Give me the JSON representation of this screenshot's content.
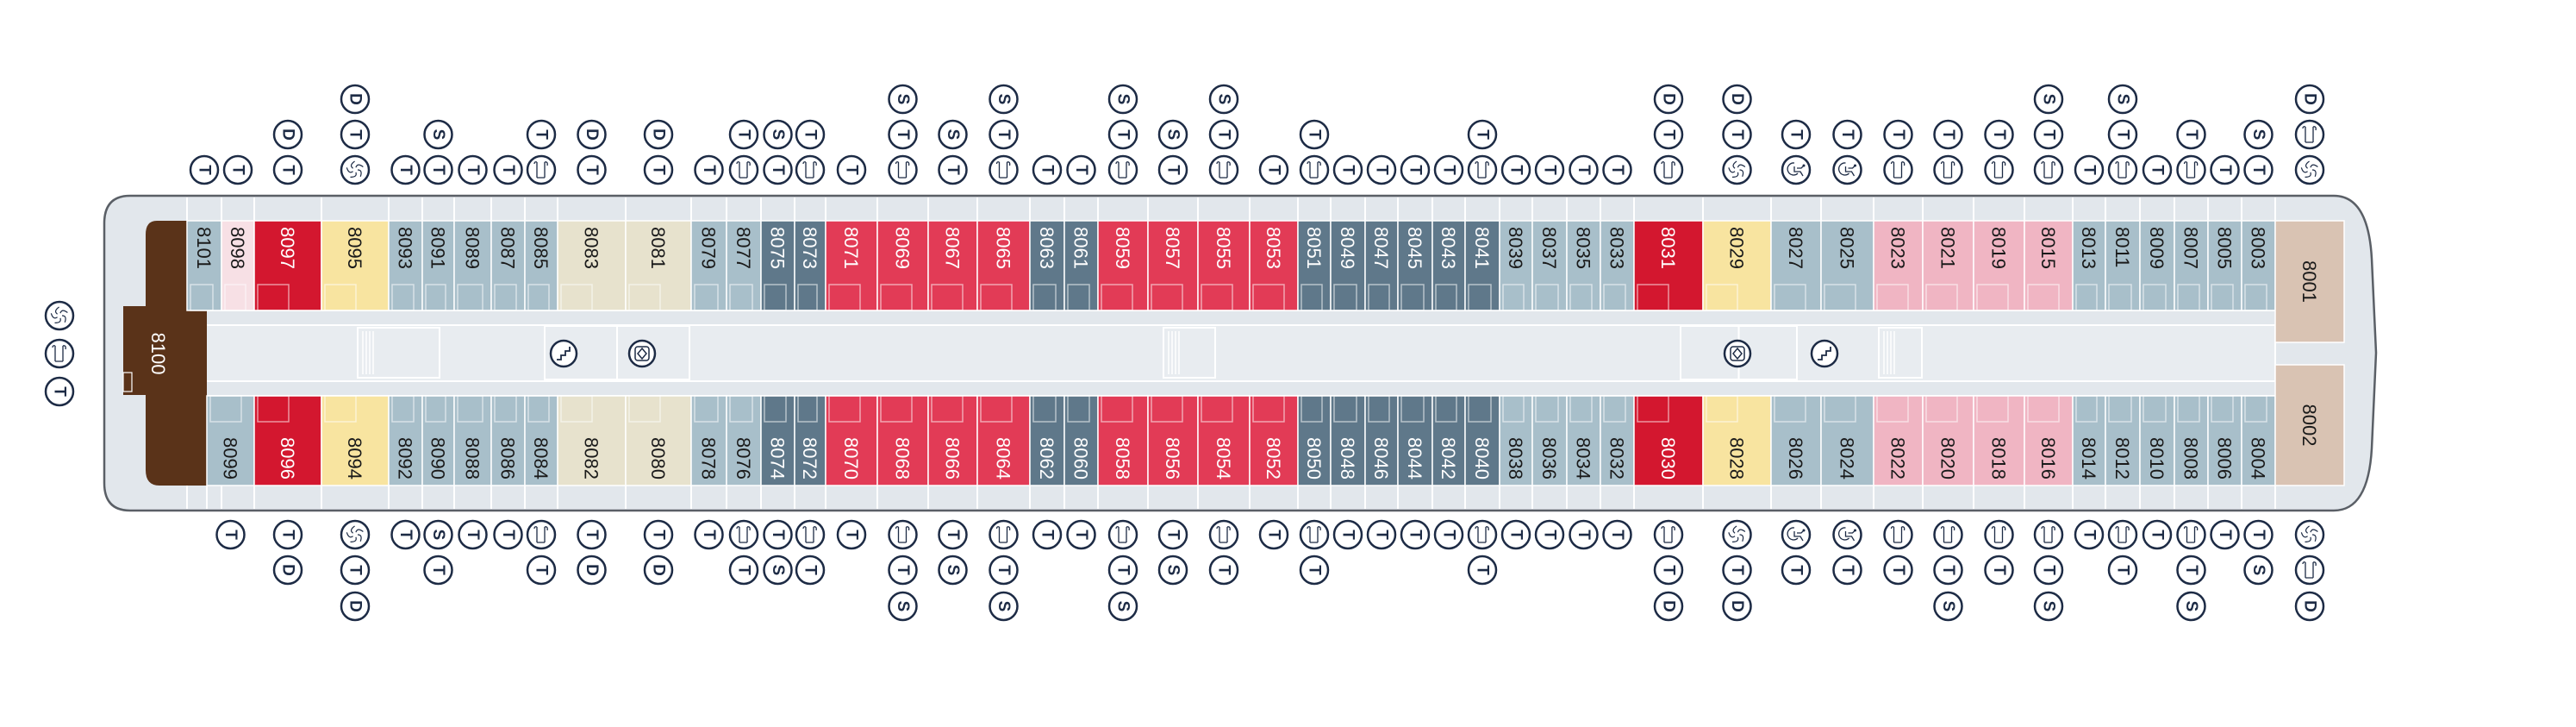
{
  "colors": {
    "hull": "#e2e7ec",
    "hull_border": "#5a5f66",
    "corridor": "#e8ecf0",
    "icon_stroke": "#1d2b45",
    "text_dark": "#1a1a1a",
    "text_light": "#ffffff"
  },
  "categories": {
    "lb": {
      "fill": "#a8bfca",
      "text": "#1a1a1a"
    },
    "slate": {
      "fill": "#5f788a",
      "text": "#ffffff"
    },
    "red": {
      "fill": "#e23b56",
      "text": "#ffffff"
    },
    "dred": {
      "fill": "#d3172f",
      "text": "#ffffff"
    },
    "yellow": {
      "fill": "#f8e4a0",
      "text": "#1a1a1a"
    },
    "beige": {
      "fill": "#e7e2cd",
      "text": "#1a1a1a"
    },
    "pink": {
      "fill": "#f0b5c3",
      "text": "#1a1a1a"
    },
    "lpink": {
      "fill": "#f7e0e5",
      "text": "#1a1a1a"
    },
    "tan": {
      "fill": "#d9c3b3",
      "text": "#1a1a1a"
    },
    "brown": {
      "fill": "#5a3319",
      "text": "#ffffff"
    }
  },
  "aft_suite": {
    "n": "8100",
    "c": "brown",
    "icons": [
      "whirlpool",
      "sofa",
      "T"
    ]
  },
  "cabins_top": [
    {
      "n": "8101",
      "c": "lb",
      "icons": [
        "T"
      ]
    },
    {
      "n": "8098",
      "c": "lpink",
      "icons": [
        "T"
      ]
    },
    {
      "n": "8097",
      "c": "dred",
      "icons": [
        "T",
        "D"
      ]
    },
    {
      "n": "8095",
      "c": "yellow",
      "icons": [
        "whirlpool",
        "T",
        "D"
      ]
    },
    {
      "n": "8093",
      "c": "lb",
      "icons": [
        "T"
      ]
    },
    {
      "n": "8091",
      "c": "lb",
      "icons": [
        "T",
        "S"
      ]
    },
    {
      "n": "8089",
      "c": "lb",
      "icons": [
        "T"
      ]
    },
    {
      "n": "8087",
      "c": "lb",
      "icons": [
        "T"
      ]
    },
    {
      "n": "8085",
      "c": "lb",
      "icons": [
        "sofa",
        "T"
      ]
    },
    {
      "n": "8083",
      "c": "beige",
      "icons": [
        "T",
        "D"
      ]
    },
    {
      "n": "8081",
      "c": "beige",
      "icons": [
        "T",
        "D"
      ]
    },
    {
      "n": "8079",
      "c": "lb",
      "icons": [
        "T"
      ]
    },
    {
      "n": "8077",
      "c": "lb",
      "icons": [
        "sofa",
        "T"
      ]
    },
    {
      "n": "8075",
      "c": "slate",
      "icons": [
        "T",
        "S"
      ]
    },
    {
      "n": "8073",
      "c": "slate",
      "icons": [
        "sofa",
        "T"
      ]
    },
    {
      "n": "8071",
      "c": "red",
      "icons": [
        "T"
      ]
    },
    {
      "n": "8069",
      "c": "red",
      "icons": [
        "sofa",
        "T",
        "S"
      ]
    },
    {
      "n": "8067",
      "c": "red",
      "icons": [
        "T",
        "S"
      ]
    },
    {
      "n": "8065",
      "c": "red",
      "icons": [
        "sofa",
        "T",
        "S"
      ]
    },
    {
      "n": "8063",
      "c": "slate",
      "icons": [
        "T"
      ]
    },
    {
      "n": "8061",
      "c": "slate",
      "icons": [
        "T"
      ]
    },
    {
      "n": "8059",
      "c": "red",
      "icons": [
        "sofa",
        "T",
        "S"
      ]
    },
    {
      "n": "8057",
      "c": "red",
      "icons": [
        "T",
        "S"
      ]
    },
    {
      "n": "8055",
      "c": "red",
      "icons": [
        "sofa",
        "T",
        "S"
      ]
    },
    {
      "n": "8053",
      "c": "red",
      "icons": [
        "T"
      ]
    },
    {
      "n": "8051",
      "c": "slate",
      "icons": [
        "sofa",
        "T"
      ]
    },
    {
      "n": "8049",
      "c": "slate",
      "icons": [
        "T"
      ]
    },
    {
      "n": "8047",
      "c": "slate",
      "icons": [
        "T"
      ]
    },
    {
      "n": "8045",
      "c": "slate",
      "icons": [
        "T"
      ]
    },
    {
      "n": "8043",
      "c": "slate",
      "icons": [
        "T"
      ]
    },
    {
      "n": "8041",
      "c": "slate",
      "icons": [
        "sofa",
        "T"
      ]
    },
    {
      "n": "8039",
      "c": "lb",
      "icons": [
        "T"
      ]
    },
    {
      "n": "8037",
      "c": "lb",
      "icons": [
        "T"
      ]
    },
    {
      "n": "8035",
      "c": "lb",
      "icons": [
        "T"
      ]
    },
    {
      "n": "8033",
      "c": "lb",
      "icons": [
        "T"
      ]
    },
    {
      "n": "8031",
      "c": "dred",
      "icons": [
        "sofa",
        "T",
        "D"
      ]
    },
    {
      "n": "8029",
      "c": "yellow",
      "icons": [
        "whirlpool",
        "T",
        "D"
      ]
    },
    {
      "n": "8027",
      "c": "lb",
      "icons": [
        "wheelchair",
        "T"
      ]
    },
    {
      "n": "8025",
      "c": "lb",
      "icons": [
        "wheelchair",
        "T"
      ]
    },
    {
      "n": "8023",
      "c": "pink",
      "icons": [
        "sofa",
        "T"
      ]
    },
    {
      "n": "8021",
      "c": "pink",
      "icons": [
        "sofa",
        "T"
      ]
    },
    {
      "n": "8019",
      "c": "pink",
      "icons": [
        "sofa",
        "T"
      ]
    },
    {
      "n": "8015",
      "c": "pink",
      "icons": [
        "sofa",
        "T",
        "S"
      ]
    },
    {
      "n": "8013",
      "c": "lb",
      "icons": [
        "T"
      ]
    },
    {
      "n": "8011",
      "c": "lb",
      "icons": [
        "sofa",
        "T",
        "S"
      ]
    },
    {
      "n": "8009",
      "c": "lb",
      "icons": [
        "T"
      ]
    },
    {
      "n": "8007",
      "c": "lb",
      "icons": [
        "sofa",
        "T"
      ]
    },
    {
      "n": "8005",
      "c": "lb",
      "icons": [
        "T"
      ]
    },
    {
      "n": "8003",
      "c": "lb",
      "icons": [
        "T",
        "S"
      ]
    },
    {
      "n": "8001",
      "c": "tan",
      "icons": [
        "whirlpool",
        "sofa",
        "D"
      ]
    }
  ],
  "cabins_bottom": [
    {
      "n": "8099",
      "c": "lb",
      "icons": [
        "T"
      ]
    },
    {
      "n": "8096",
      "c": "dred",
      "icons": [
        "T",
        "D"
      ]
    },
    {
      "n": "8094",
      "c": "yellow",
      "icons": [
        "whirlpool",
        "T",
        "D"
      ]
    },
    {
      "n": "8092",
      "c": "lb",
      "icons": [
        "T"
      ]
    },
    {
      "n": "8090",
      "c": "lb",
      "icons": [
        "S",
        "T"
      ]
    },
    {
      "n": "8088",
      "c": "lb",
      "icons": [
        "T"
      ]
    },
    {
      "n": "8086",
      "c": "lb",
      "icons": [
        "T"
      ]
    },
    {
      "n": "8084",
      "c": "lb",
      "icons": [
        "sofa",
        "T"
      ]
    },
    {
      "n": "8082",
      "c": "beige",
      "icons": [
        "T",
        "D"
      ]
    },
    {
      "n": "8080",
      "c": "beige",
      "icons": [
        "T",
        "D"
      ]
    },
    {
      "n": "8078",
      "c": "lb",
      "icons": [
        "T"
      ]
    },
    {
      "n": "8076",
      "c": "lb",
      "icons": [
        "sofa",
        "T"
      ]
    },
    {
      "n": "8074",
      "c": "slate",
      "icons": [
        "T",
        "S"
      ]
    },
    {
      "n": "8072",
      "c": "slate",
      "icons": [
        "sofa",
        "T"
      ]
    },
    {
      "n": "8070",
      "c": "red",
      "icons": [
        "T"
      ]
    },
    {
      "n": "8068",
      "c": "red",
      "icons": [
        "sofa",
        "T",
        "S"
      ]
    },
    {
      "n": "8066",
      "c": "red",
      "icons": [
        "T",
        "S"
      ]
    },
    {
      "n": "8064",
      "c": "red",
      "icons": [
        "sofa",
        "T",
        "S"
      ]
    },
    {
      "n": "8062",
      "c": "slate",
      "icons": [
        "T"
      ]
    },
    {
      "n": "8060",
      "c": "slate",
      "icons": [
        "T"
      ]
    },
    {
      "n": "8058",
      "c": "red",
      "icons": [
        "sofa",
        "T",
        "S"
      ]
    },
    {
      "n": "8056",
      "c": "red",
      "icons": [
        "T",
        "S"
      ]
    },
    {
      "n": "8054",
      "c": "red",
      "icons": [
        "sofa",
        "T"
      ]
    },
    {
      "n": "8052",
      "c": "red",
      "icons": [
        "T"
      ]
    },
    {
      "n": "8050",
      "c": "slate",
      "icons": [
        "sofa",
        "T"
      ]
    },
    {
      "n": "8048",
      "c": "slate",
      "icons": [
        "T"
      ]
    },
    {
      "n": "8046",
      "c": "slate",
      "icons": [
        "T"
      ]
    },
    {
      "n": "8044",
      "c": "slate",
      "icons": [
        "T"
      ]
    },
    {
      "n": "8042",
      "c": "slate",
      "icons": [
        "T"
      ]
    },
    {
      "n": "8040",
      "c": "slate",
      "icons": [
        "sofa",
        "T"
      ]
    },
    {
      "n": "8038",
      "c": "lb",
      "icons": [
        "T"
      ]
    },
    {
      "n": "8036",
      "c": "lb",
      "icons": [
        "T"
      ]
    },
    {
      "n": "8034",
      "c": "lb",
      "icons": [
        "T"
      ]
    },
    {
      "n": "8032",
      "c": "lb",
      "icons": [
        "T"
      ]
    },
    {
      "n": "8030",
      "c": "dred",
      "icons": [
        "sofa",
        "T",
        "D"
      ]
    },
    {
      "n": "8028",
      "c": "yellow",
      "icons": [
        "whirlpool",
        "T",
        "D"
      ]
    },
    {
      "n": "8026",
      "c": "lb",
      "icons": [
        "wheelchair",
        "T"
      ]
    },
    {
      "n": "8024",
      "c": "lb",
      "icons": [
        "wheelchair",
        "T"
      ]
    },
    {
      "n": "8022",
      "c": "pink",
      "icons": [
        "sofa",
        "T"
      ]
    },
    {
      "n": "8020",
      "c": "pink",
      "icons": [
        "sofa",
        "T",
        "S"
      ]
    },
    {
      "n": "8018",
      "c": "pink",
      "icons": [
        "sofa",
        "T"
      ]
    },
    {
      "n": "8016",
      "c": "pink",
      "icons": [
        "sofa",
        "T",
        "S"
      ]
    },
    {
      "n": "8014",
      "c": "lb",
      "icons": [
        "T"
      ]
    },
    {
      "n": "8012",
      "c": "lb",
      "icons": [
        "sofa",
        "T"
      ]
    },
    {
      "n": "8010",
      "c": "lb",
      "icons": [
        "T"
      ]
    },
    {
      "n": "8008",
      "c": "lb",
      "icons": [
        "sofa",
        "T",
        "S"
      ]
    },
    {
      "n": "8006",
      "c": "lb",
      "icons": [
        "T"
      ]
    },
    {
      "n": "8004",
      "c": "lb",
      "icons": [
        "T",
        "S"
      ]
    },
    {
      "n": "8002",
      "c": "tan",
      "icons": [
        "whirlpool",
        "sofa",
        "D"
      ]
    }
  ],
  "corridor_icons": [
    "stairs",
    "elevator",
    "elevator",
    "stairs"
  ]
}
